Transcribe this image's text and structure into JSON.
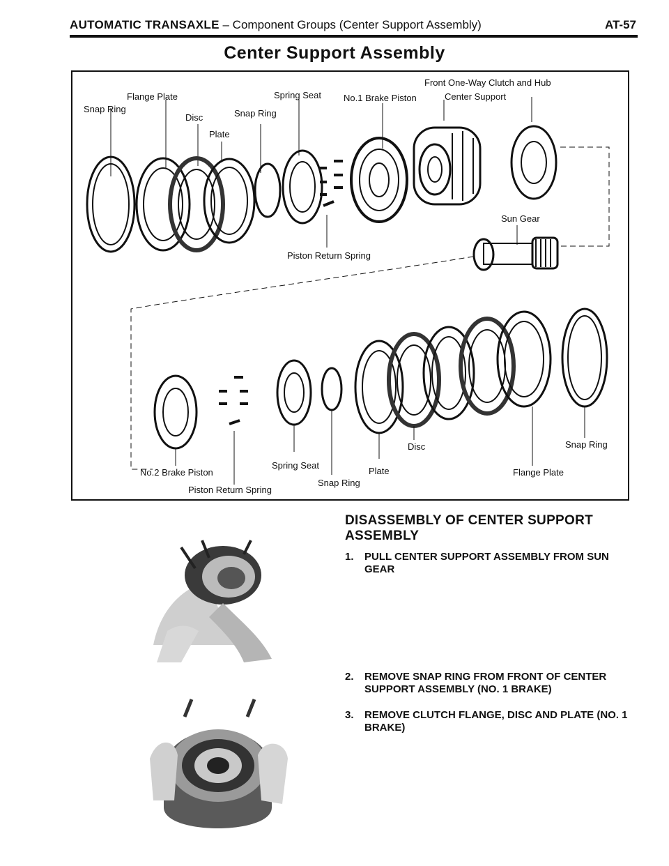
{
  "header": {
    "section": "AUTOMATIC TRANSAXLE",
    "separator": "–",
    "subtitle": "Component Groups (Center Support Assembly)",
    "page": "AT-57"
  },
  "page_title": "Center Support Assembly",
  "diagram": {
    "labels": {
      "front_clutch": "Front One-Way Clutch and Hub",
      "flange_plate_top": "Flange Plate",
      "spring_seat_top": "Spring Seat",
      "no1_brake_piston": "No.1 Brake Piston",
      "center_support": "Center Support",
      "snap_ring_top_left": "Snap Ring",
      "disc_top": "Disc",
      "snap_ring_top_mid": "Snap Ring",
      "plate_top": "Plate",
      "sun_gear": "Sun Gear",
      "piston_return_spring_top": "Piston Return Spring",
      "disc_bottom": "Disc",
      "snap_ring_bottom_right": "Snap Ring",
      "no2_brake_piston": "No.2 Brake Piston",
      "spring_seat_bottom": "Spring Seat",
      "plate_bottom": "Plate",
      "flange_plate_bottom": "Flange Plate",
      "piston_return_spring_bottom": "Piston Return Spring",
      "snap_ring_bottom": "Snap Ring"
    }
  },
  "section": {
    "title": "DISASSEMBLY OF CENTER SUPPORT ASSEMBLY",
    "steps": [
      {
        "num": "1.",
        "text": "PULL CENTER SUPPORT ASSEMBLY FROM SUN GEAR"
      },
      {
        "num": "2.",
        "text": "REMOVE SNAP RING FROM FRONT OF CENTER SUPPORT ASSEMBLY (NO. 1 BRAKE)"
      },
      {
        "num": "3.",
        "text": "REMOVE CLUTCH FLANGE, DISC AND PLATE (NO. 1 BRAKE)"
      }
    ]
  }
}
